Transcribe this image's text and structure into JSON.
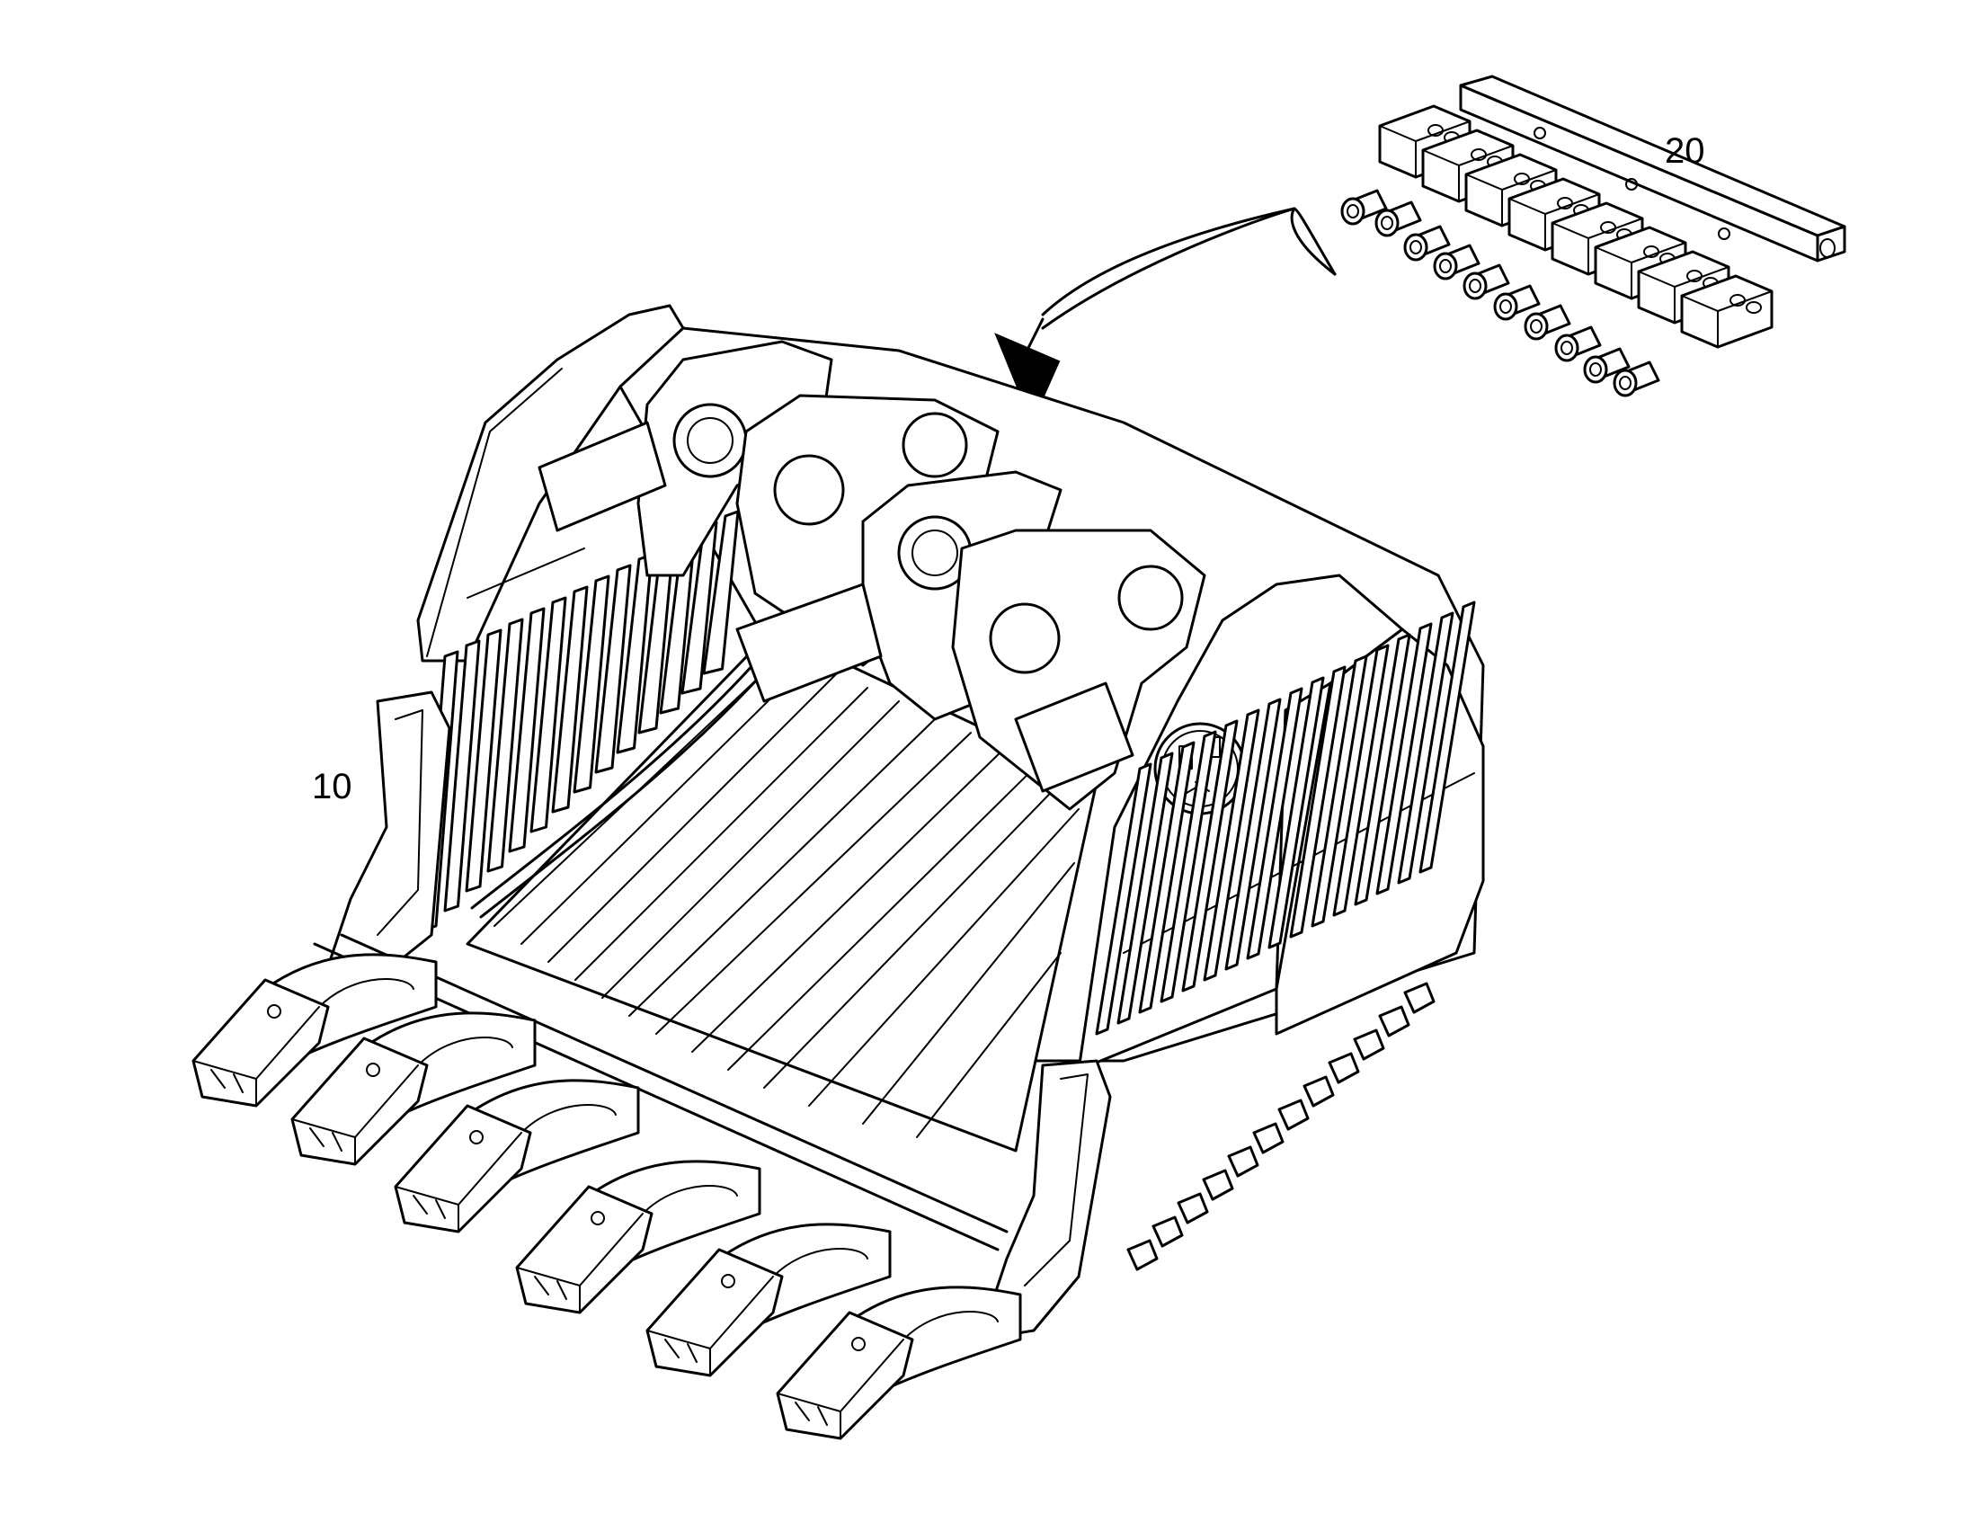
{
  "figure": {
    "callouts": [
      {
        "id": "20",
        "text": "20",
        "target": "lubrication-distributor-block"
      },
      {
        "id": "10",
        "text": "10",
        "target": "excavator-bucket"
      }
    ]
  }
}
